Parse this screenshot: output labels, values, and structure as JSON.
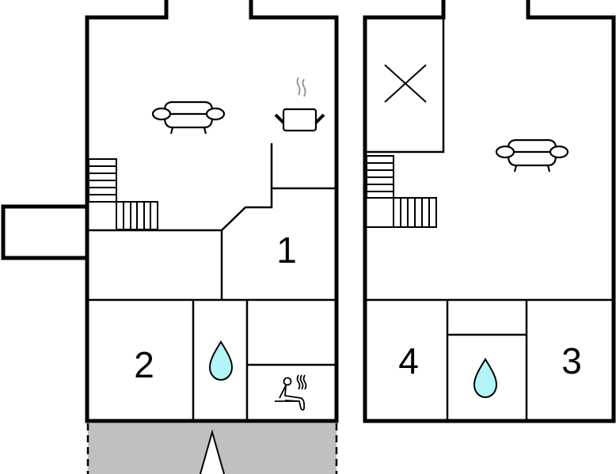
{
  "plan": {
    "left_unit": {
      "rooms": [
        {
          "label": "1"
        },
        {
          "label": "2"
        }
      ]
    },
    "right_unit": {
      "rooms": [
        {
          "label": "4"
        },
        {
          "label": "3"
        }
      ]
    }
  },
  "icons": [
    "sofa-icon",
    "cooking-pot-icon",
    "stairs-icon",
    "water-drop-icon",
    "sauna-icon",
    "cross-icon",
    "entrance-arrow-icon"
  ],
  "colors": {
    "wall": "#000000",
    "water": "#b3f5f7",
    "terrace": "#c0c0c0",
    "steam": "#999999"
  }
}
